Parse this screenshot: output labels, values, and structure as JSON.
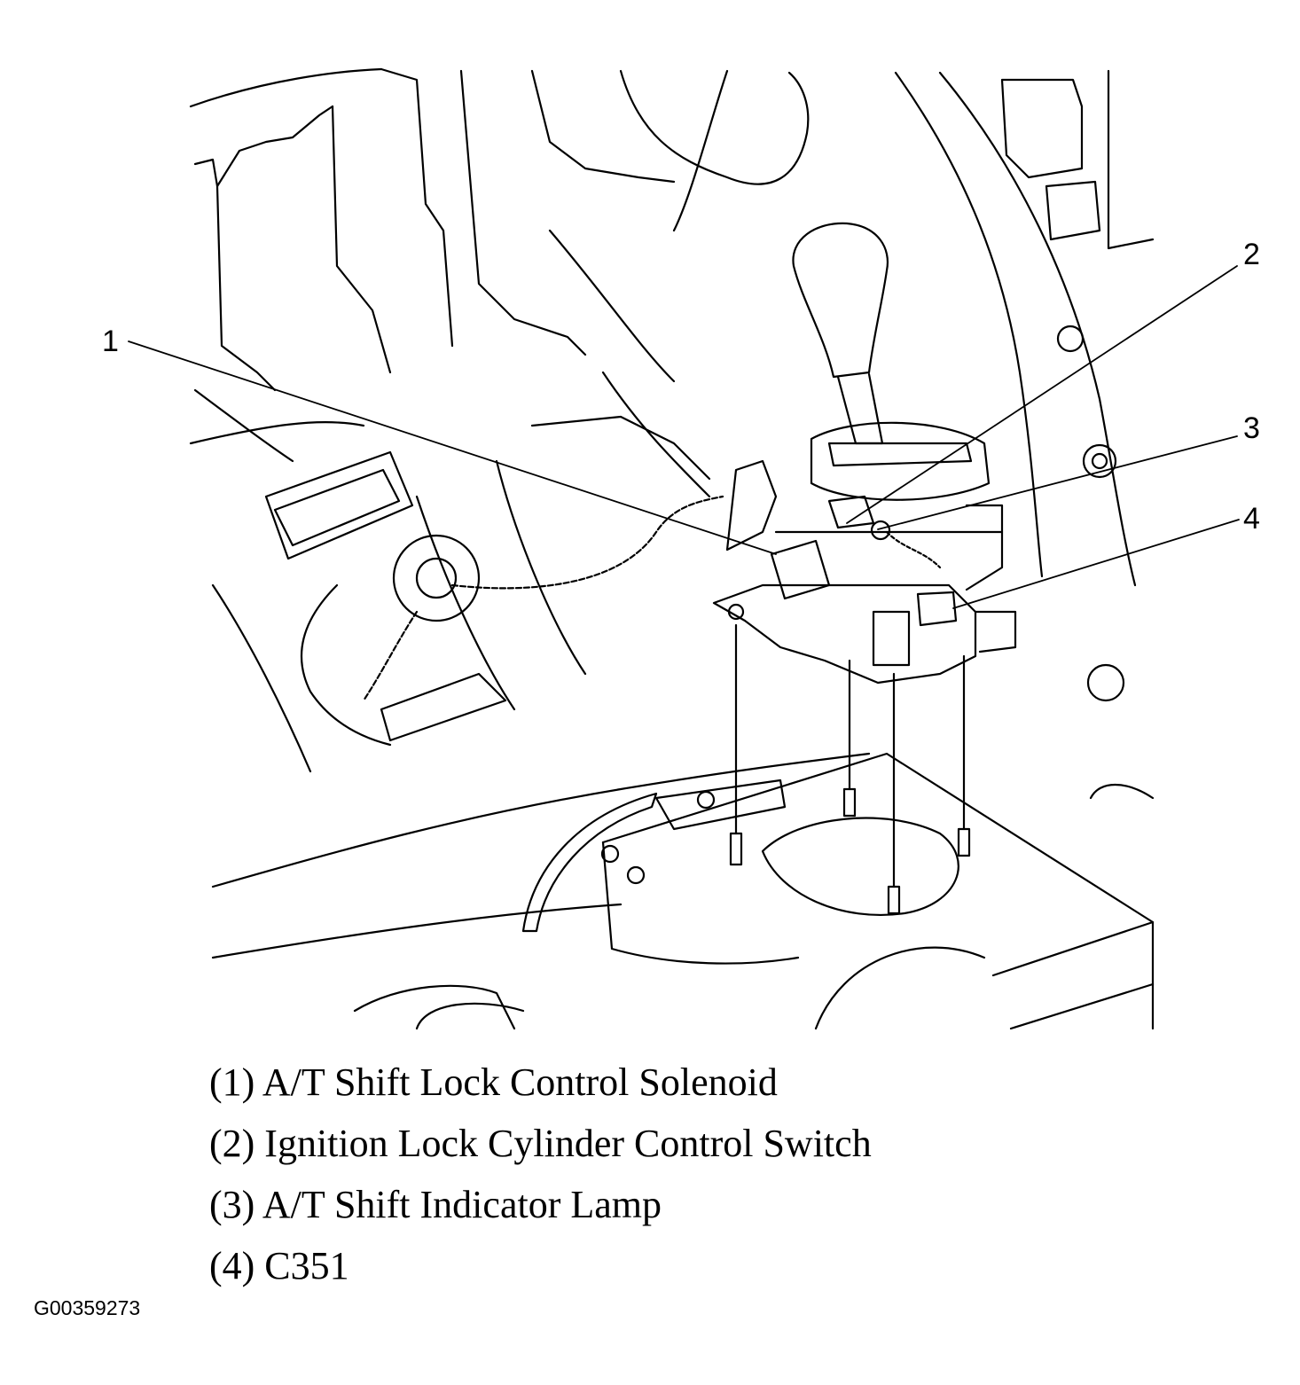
{
  "diagram": {
    "callouts": [
      {
        "number": "1"
      },
      {
        "number": "2"
      },
      {
        "number": "3"
      },
      {
        "number": "4"
      }
    ],
    "legend": [
      {
        "text": "(1) A/T Shift Lock Control Solenoid"
      },
      {
        "text": "(2) Ignition Lock Cylinder Control Switch"
      },
      {
        "text": "(3) A/T Shift Indicator Lamp"
      },
      {
        "text": "(4) C351"
      }
    ],
    "figure_id": "G00359273"
  }
}
